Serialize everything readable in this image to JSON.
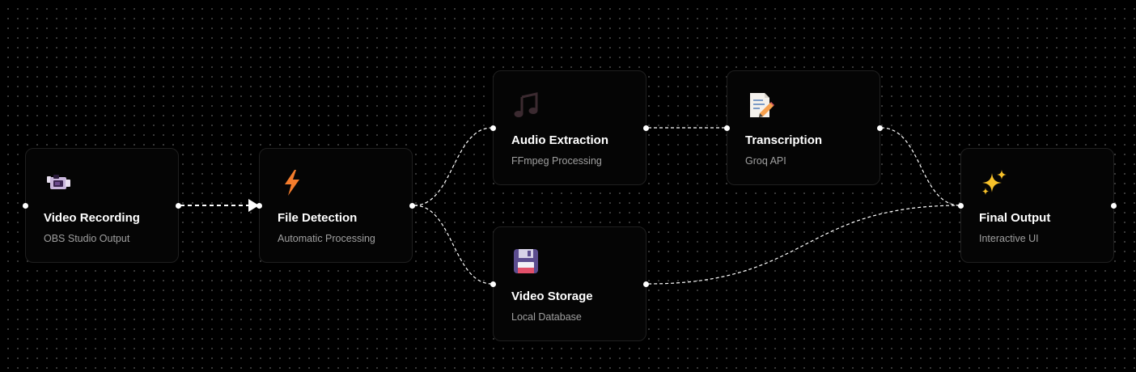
{
  "nodes": {
    "video_recording": {
      "title": "Video Recording",
      "subtitle": "OBS Studio Output",
      "icon": "video-camera-icon"
    },
    "file_detection": {
      "title": "File Detection",
      "subtitle": "Automatic Processing",
      "icon": "lightning-icon"
    },
    "audio_extraction": {
      "title": "Audio Extraction",
      "subtitle": "FFmpeg Processing",
      "icon": "music-notes-icon"
    },
    "transcription": {
      "title": "Transcription",
      "subtitle": "Groq API",
      "icon": "memo-icon"
    },
    "video_storage": {
      "title": "Video Storage",
      "subtitle": "Local Database",
      "icon": "floppy-disk-icon"
    },
    "final_output": {
      "title": "Final Output",
      "subtitle": "Interactive UI",
      "icon": "sparkles-icon"
    }
  },
  "edges": [
    {
      "from": "video_recording",
      "to": "file_detection",
      "style": "dashed",
      "arrow": true
    },
    {
      "from": "file_detection",
      "to": "audio_extraction",
      "style": "dashed",
      "arrow": false
    },
    {
      "from": "file_detection",
      "to": "video_storage",
      "style": "dashed",
      "arrow": false
    },
    {
      "from": "audio_extraction",
      "to": "transcription",
      "style": "dashed",
      "arrow": false
    },
    {
      "from": "transcription",
      "to": "final_output",
      "style": "dashed",
      "arrow": false
    },
    {
      "from": "video_storage",
      "to": "final_output",
      "style": "dashed",
      "arrow": false
    }
  ],
  "colors": {
    "background": "#000000",
    "node_fill": "#050505",
    "node_border": "#1f1f1f",
    "edge": "#ffffff",
    "subtitle": "#a0a0a0"
  }
}
